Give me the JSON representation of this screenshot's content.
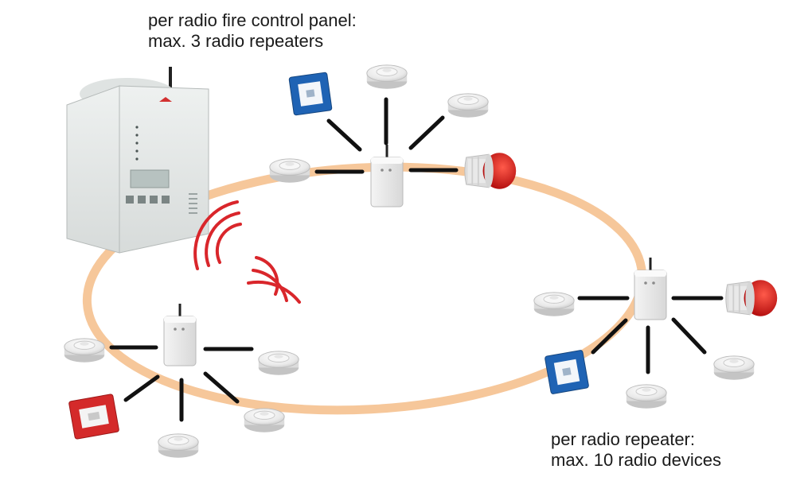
{
  "captions": {
    "panel": {
      "line1": "per radio fire control panel:",
      "line2": "max. 3 radio repeaters"
    },
    "repeater": {
      "line1": "per radio repeater:",
      "line2": "max. 10 radio devices"
    }
  },
  "colors": {
    "ring": "#f6c79a",
    "link": "#111111",
    "radio_waves": "#d9262b",
    "call_point_blue": "#1f63b4",
    "call_point_red": "#d42a2a",
    "sounder_red": "#e01f1f",
    "device_white": "#f1f1f1"
  },
  "icons": {
    "control_panel": "fire-control-panel-icon",
    "repeater": "radio-repeater-icon",
    "smoke_detector": "smoke-detector-icon",
    "blue_call_point": "blue-manual-call-point-icon",
    "red_call_point": "red-manual-call-point-icon",
    "sounder": "alarm-sounder-beacon-icon",
    "waves": "radio-waves-icon"
  }
}
